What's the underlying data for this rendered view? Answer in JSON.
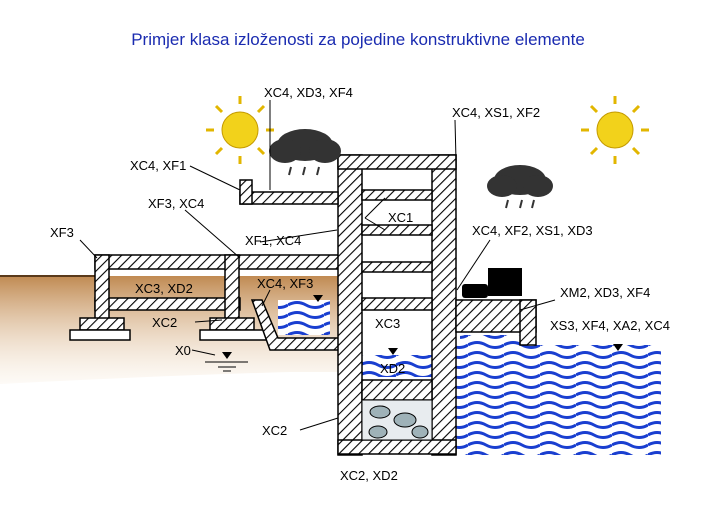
{
  "title": "Primjer klasa izloženosti za pojedine konstruktivne elemente",
  "colors": {
    "title": "#1a2bb0",
    "soil": "#c89a66",
    "water_blue": "#1a3fd0",
    "sun": "#f2d21b",
    "sky_cloud": "#333333",
    "hatch": "#000000"
  },
  "icons": [
    "sun-icon",
    "cloud-rain-icon",
    "water-level-icon",
    "ground-level-icon",
    "vehicle-icon"
  ],
  "labels": {
    "roof_top": "XC4, XD3, XF4",
    "roof_right": "XC4, XS1, XF2",
    "balcony": "XC4, XF1",
    "slab_upper": "XF3, XC4",
    "xf3": "XF3",
    "inner_xc1": "XC1",
    "xf1_xc4": "XF1, XC4",
    "right_wall": "XC4, XF2, XS1, XD3",
    "cellar_slab": "XC3, XD2",
    "pool": "XC4, XF3",
    "platform": "XM2, XD3, XF4",
    "sea": "XS3, XF4, XA2, XC4",
    "xc2_left": "XC2",
    "xc3": "XC3",
    "x0": "X0",
    "xd2": "XD2",
    "xc2_base": "XC2",
    "foundation": "XC2, XD2"
  }
}
